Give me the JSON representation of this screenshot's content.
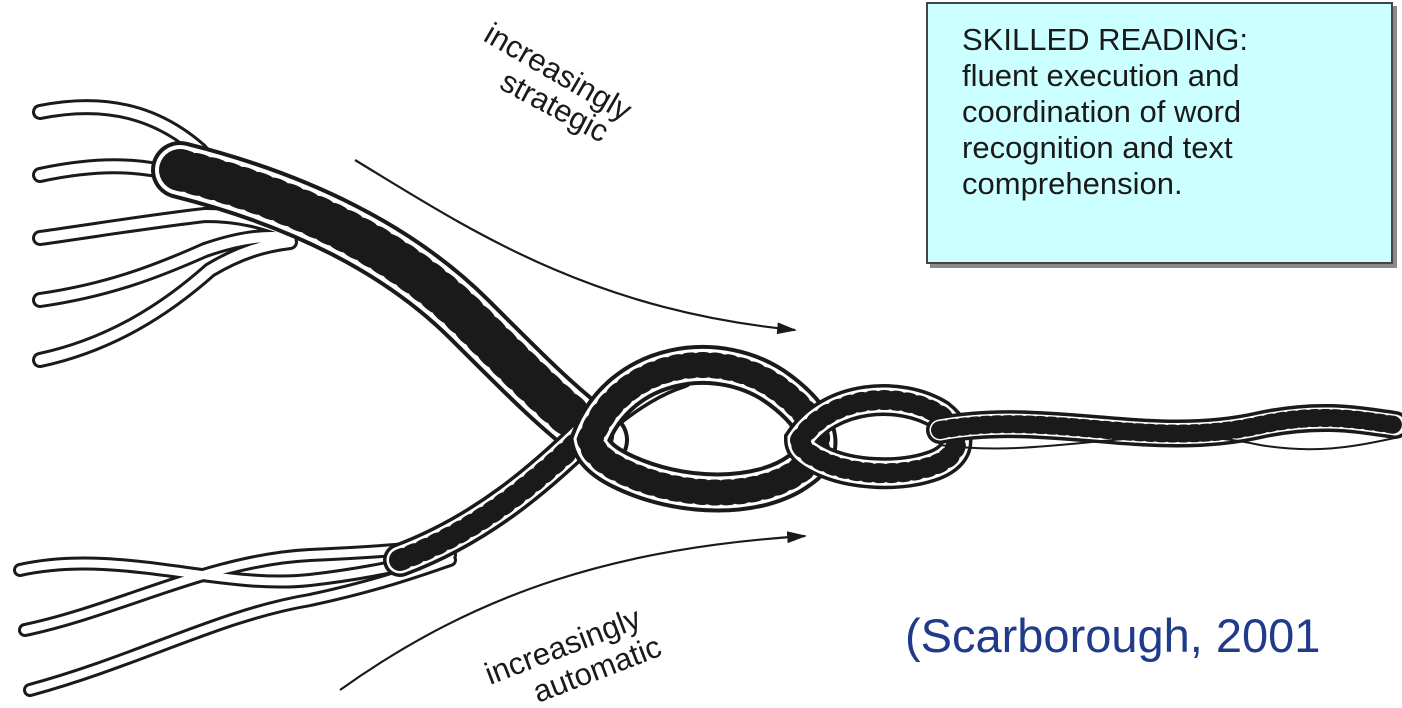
{
  "labels": {
    "strategic_line1": "increasingly",
    "strategic_line2": "strategic",
    "automatic_line1": "increasingly",
    "automatic_line2": "automatic"
  },
  "callout": {
    "lines": [
      "SKILLED READING:",
      "fluent execution and",
      "coordination of word",
      "recognition and text",
      "comprehension."
    ]
  },
  "citation": "(Scarborough, 2001",
  "colors": {
    "callout_bg": "#ccffff",
    "citation": "#1f3b8a",
    "ink": "#1a1a1a"
  }
}
